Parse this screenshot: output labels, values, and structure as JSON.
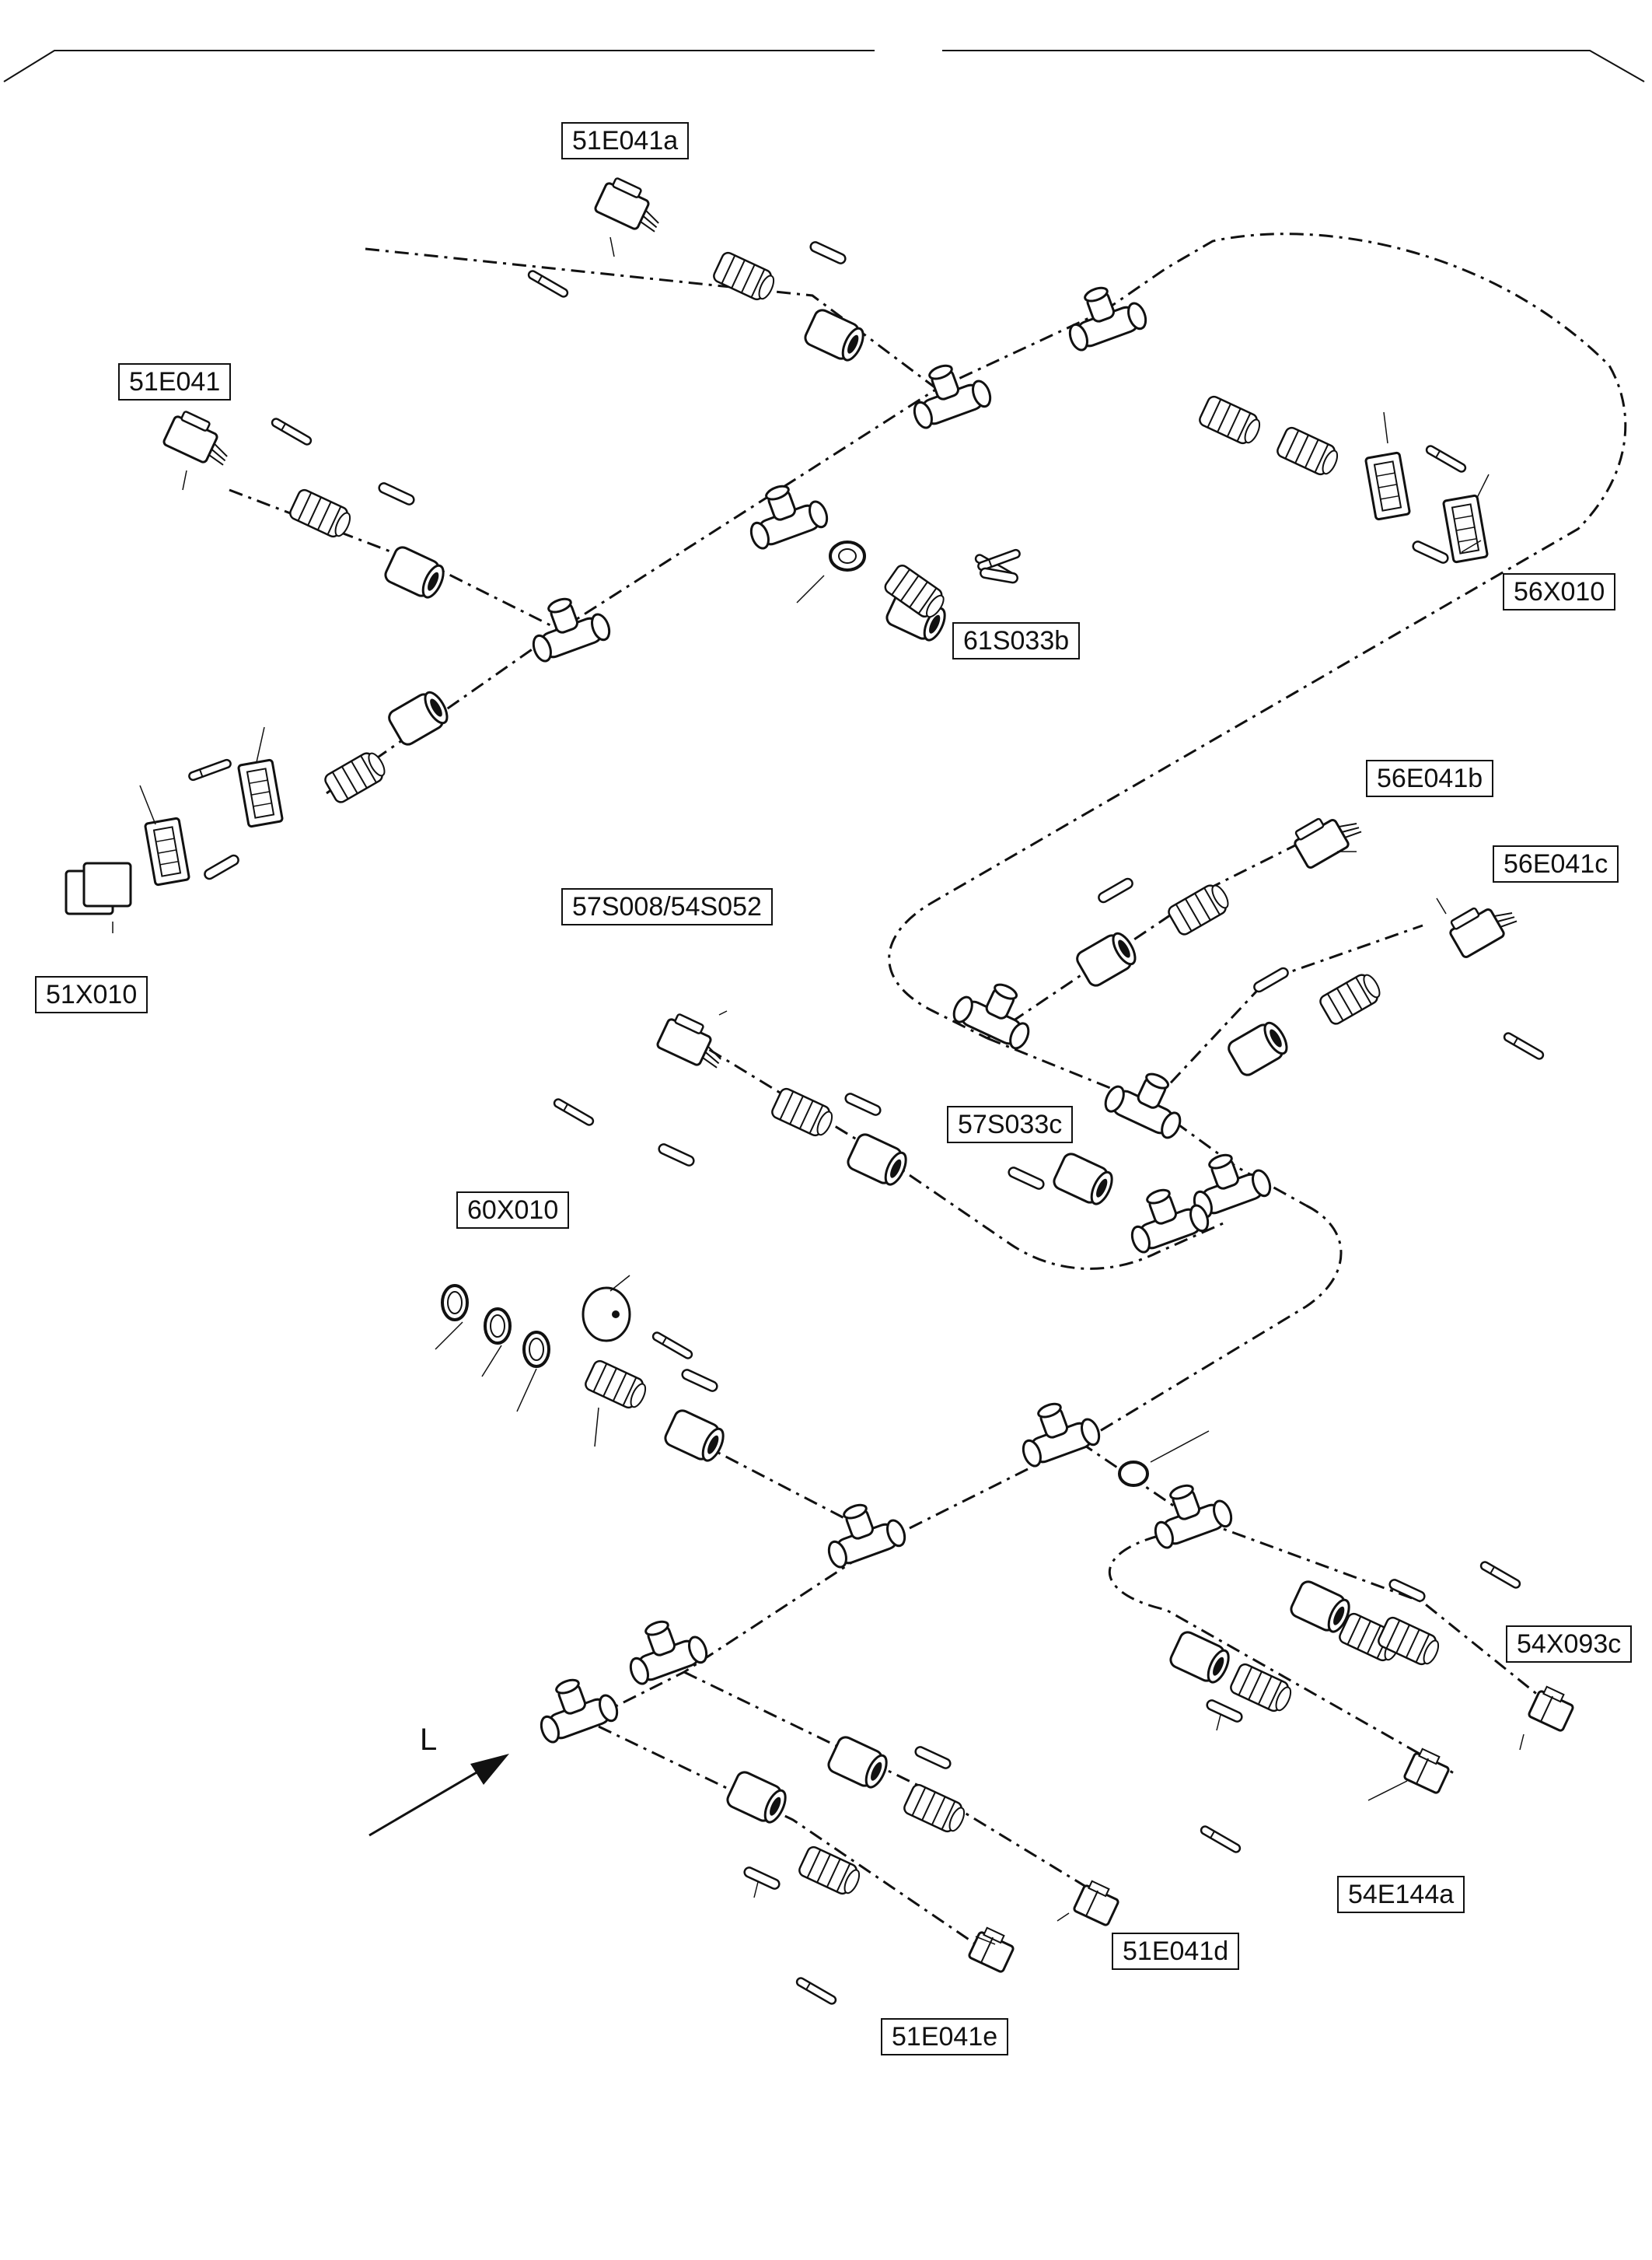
{
  "labels": {
    "l51e041a": "51E041a",
    "l51e041": "51E041",
    "l61s033b": "61S033b",
    "l56x010": "56X010",
    "l51x010": "51X010",
    "l56e041b": "56E041b",
    "l56e041c": "56E041c",
    "l57s008": "57S008/54S052",
    "l57s033c": "57S033c",
    "l60x010": "60X010",
    "l54x093c": "54X093c",
    "l54e144a": "54E144a",
    "l51e041d": "51E041d",
    "l51e041e": "51E041e"
  },
  "direction_marker": "L"
}
